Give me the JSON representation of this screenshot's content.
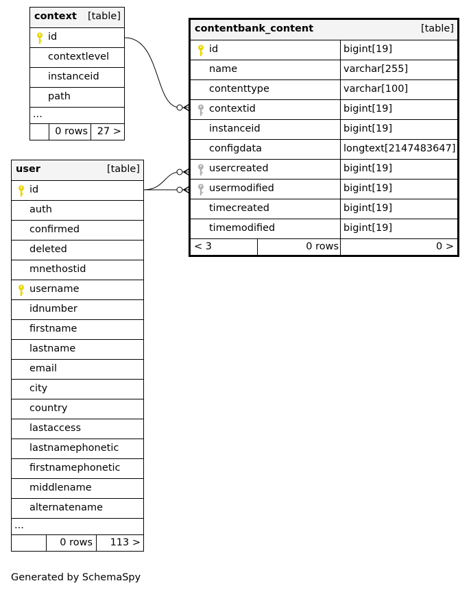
{
  "context": {
    "name": "context",
    "type": "[table]",
    "columns": [
      {
        "name": "id",
        "key": "primary"
      },
      {
        "name": "contextlevel",
        "key": ""
      },
      {
        "name": "instanceid",
        "key": ""
      },
      {
        "name": "path",
        "key": ""
      }
    ],
    "ellipsis": "...",
    "rows": "0 rows",
    "children": "27 >"
  },
  "user": {
    "name": "user",
    "type": "[table]",
    "columns": [
      {
        "name": "id",
        "key": "primary"
      },
      {
        "name": "auth",
        "key": ""
      },
      {
        "name": "confirmed",
        "key": ""
      },
      {
        "name": "deleted",
        "key": ""
      },
      {
        "name": "mnethostid",
        "key": ""
      },
      {
        "name": "username",
        "key": "primary"
      },
      {
        "name": "idnumber",
        "key": ""
      },
      {
        "name": "firstname",
        "key": ""
      },
      {
        "name": "lastname",
        "key": ""
      },
      {
        "name": "email",
        "key": ""
      },
      {
        "name": "city",
        "key": ""
      },
      {
        "name": "country",
        "key": ""
      },
      {
        "name": "lastaccess",
        "key": ""
      },
      {
        "name": "lastnamephonetic",
        "key": ""
      },
      {
        "name": "firstnamephonetic",
        "key": ""
      },
      {
        "name": "middlename",
        "key": ""
      },
      {
        "name": "alternatename",
        "key": ""
      }
    ],
    "ellipsis": "...",
    "rows": "0 rows",
    "children": "113 >"
  },
  "contentbank_content": {
    "name": "contentbank_content",
    "type": "[table]",
    "columns": [
      {
        "name": "id",
        "type": "bigint[19]",
        "key": "primary"
      },
      {
        "name": "name",
        "type": "varchar[255]",
        "key": ""
      },
      {
        "name": "contenttype",
        "type": "varchar[100]",
        "key": ""
      },
      {
        "name": "contextid",
        "type": "bigint[19]",
        "key": "foreign"
      },
      {
        "name": "instanceid",
        "type": "bigint[19]",
        "key": ""
      },
      {
        "name": "configdata",
        "type": "longtext[2147483647]",
        "key": ""
      },
      {
        "name": "usercreated",
        "type": "bigint[19]",
        "key": "foreign"
      },
      {
        "name": "usermodified",
        "type": "bigint[19]",
        "key": "foreign"
      },
      {
        "name": "timecreated",
        "type": "bigint[19]",
        "key": ""
      },
      {
        "name": "timemodified",
        "type": "bigint[19]",
        "key": ""
      }
    ],
    "parents": "< 3",
    "rows": "0 rows",
    "children": "0 >"
  },
  "colors": {
    "primary_key": "#e8d800",
    "foreign_key": "#b0b0b0",
    "header_bg": "#f4f4f4"
  },
  "footer": "Generated by SchemaSpy"
}
